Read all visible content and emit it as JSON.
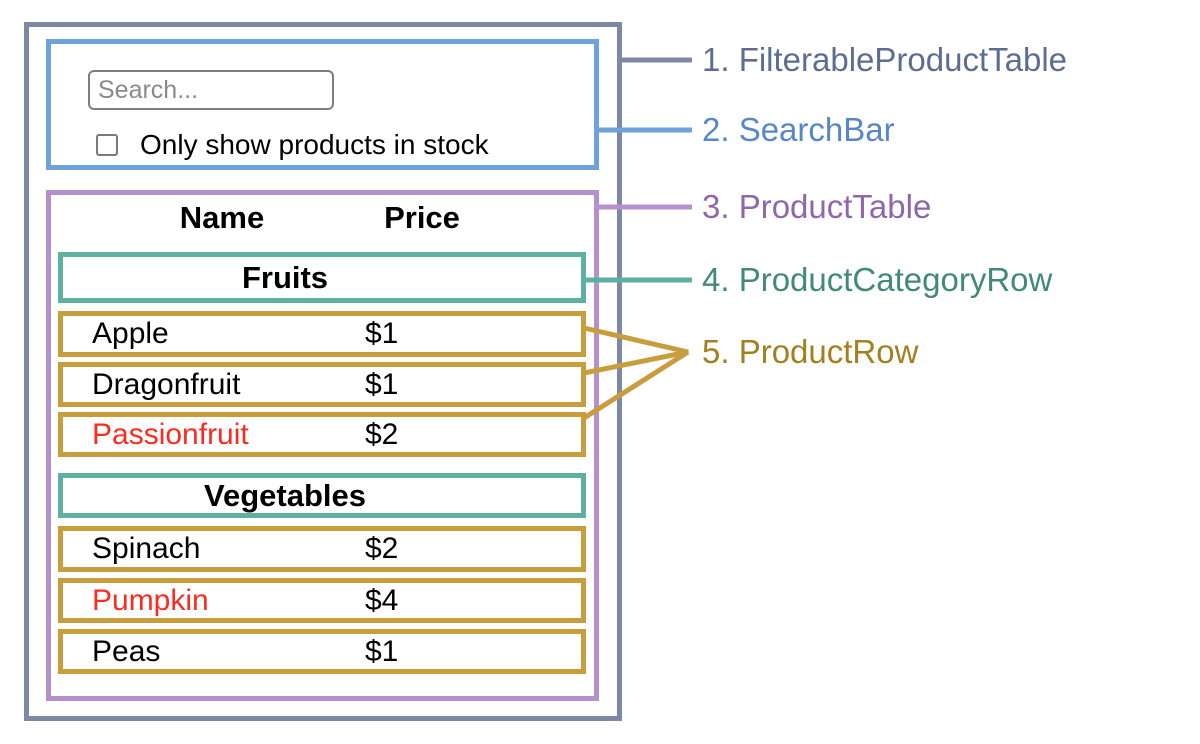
{
  "search_bar": {
    "placeholder": "Search...",
    "checkbox_label": "Only show products in stock",
    "checkbox_checked": false
  },
  "product_table": {
    "header": {
      "name": "Name",
      "price": "Price"
    },
    "sections": [
      {
        "category": "Fruits",
        "rows": [
          {
            "name": "Apple",
            "price": "$1",
            "out_of_stock": false
          },
          {
            "name": "Dragonfruit",
            "price": "$1",
            "out_of_stock": false
          },
          {
            "name": "Passionfruit",
            "price": "$2",
            "out_of_stock": true
          }
        ]
      },
      {
        "category": "Vegetables",
        "rows": [
          {
            "name": "Spinach",
            "price": "$2",
            "out_of_stock": false
          },
          {
            "name": "Pumpkin",
            "price": "$4",
            "out_of_stock": true
          },
          {
            "name": "Peas",
            "price": "$1",
            "out_of_stock": false
          }
        ]
      }
    ]
  },
  "annotations": [
    {
      "label": "1. FilterableProductTable"
    },
    {
      "label": "2. SearchBar"
    },
    {
      "label": "3. ProductTable"
    },
    {
      "label": "4. ProductCategoryRow"
    },
    {
      "label": "5. ProductRow"
    }
  ],
  "colors": {
    "outer-border": "#7c89a4",
    "searchbar-border": "#6fa2da",
    "table-border": "#b590ca",
    "category-border": "#5eb1a1",
    "row-border": "#c89d3d",
    "label1": "#5c6e90",
    "label2": "#5787c7",
    "label3": "#9066ab",
    "label4": "#418a7b",
    "label5": "#a3801f",
    "out-of-stock": "#fa2c1f",
    "input-border": "#7e7e7e",
    "placeholder": "#8a8a8a",
    "ink": "#000000"
  }
}
